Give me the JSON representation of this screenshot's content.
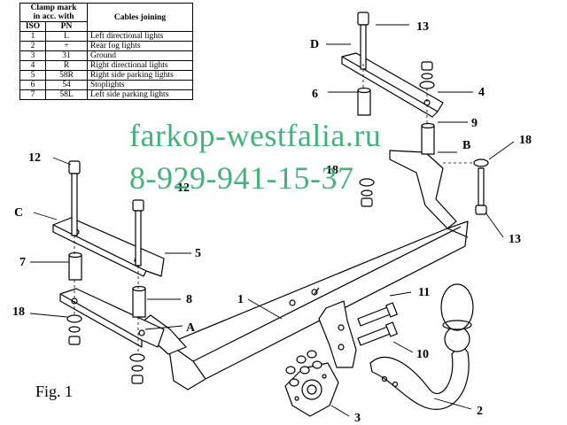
{
  "table": {
    "header_col1_line1": "Clamp mark",
    "header_col1_line2": "in acc. with",
    "header_col2": "Cables joining",
    "sub_iso": "ISO",
    "sub_pn": "PN",
    "rows": [
      {
        "iso": "1",
        "pn": "L",
        "desc": "Left directional lights"
      },
      {
        "iso": "2",
        "pn": "+",
        "desc": "Rear fog lights"
      },
      {
        "iso": "3",
        "pn": "31",
        "desc": "Ground"
      },
      {
        "iso": "4",
        "pn": "R",
        "desc": "Right directional lights"
      },
      {
        "iso": "5",
        "pn": "58R",
        "desc": "Right side parking lights"
      },
      {
        "iso": "6",
        "pn": "54",
        "desc": "Stoplights"
      },
      {
        "iso": "7",
        "pn": "58L",
        "desc": "Left side parking lights"
      }
    ]
  },
  "watermark": {
    "line1": "farkop-westfalia.ru",
    "line2": "8-929-941-15-37"
  },
  "figure_label": "Fig. 1",
  "labels": {
    "n1": "1",
    "n2": "2",
    "n3": "3",
    "n4": "4",
    "n5": "5",
    "n6": "6",
    "n7": "7",
    "n8": "8",
    "n9": "9",
    "n10": "10",
    "n11": "11",
    "n12a": "12",
    "n12b": "12",
    "n13a": "13",
    "n13b": "13",
    "n18a": "18",
    "n18b": "18",
    "n18c": "18",
    "A": "A",
    "B": "B",
    "C": "C",
    "D": "D"
  }
}
